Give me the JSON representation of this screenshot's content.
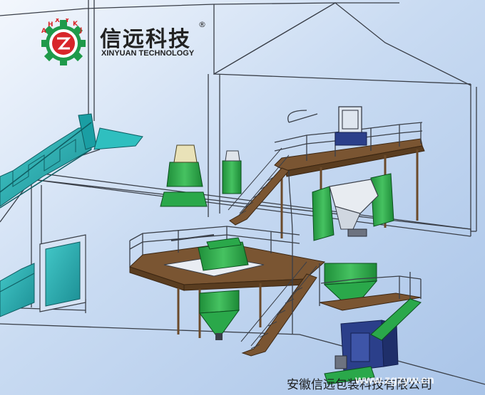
{
  "brand": {
    "logo_letters": "AHXYKJ",
    "name_cn": "信远科技",
    "registered_mark": "®",
    "name_en": "XINYUAN TECHNOLOGY"
  },
  "watermark": {
    "url": "www.zgzyw.cn",
    "company": "安徽信远包装科技有限公司"
  },
  "colors": {
    "background": "#bcd2ee",
    "equipment_green": "#2aa84a",
    "stair_teal": "#2ab6b6",
    "platform_brown": "#6b4a2a",
    "machine_blue": "#2b3f8a",
    "logo_red": "#d8262a",
    "logo_green": "#1f9a4a"
  }
}
